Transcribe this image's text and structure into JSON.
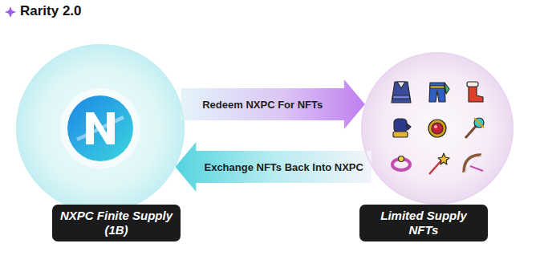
{
  "diagram": {
    "title": "Rarity 2.0",
    "nodes": [
      {
        "text": [
          "NXPC Finite Supply (1B)"
        ]
      },
      {
        "text": [
          "Limited Supply NFTs"
        ]
      }
    ],
    "edges": [
      {
        "from": 0,
        "to": 1,
        "label": "Redeem NXPC For NFTs",
        "arrow": "to"
      },
      {
        "from": 1,
        "to": 0,
        "label": "Exchange NFTs Back Into NXPC",
        "arrow": "to"
      }
    ]
  }
}
